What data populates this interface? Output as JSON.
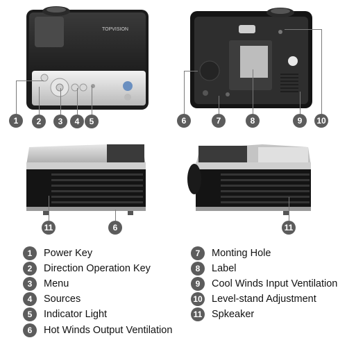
{
  "brand": "TOPVISION",
  "callouts": {
    "c1": "1",
    "c2": "2",
    "c3": "3",
    "c4": "4",
    "c5": "5",
    "c6a": "6",
    "c7": "7",
    "c8": "8",
    "c9": "9",
    "c10": "10",
    "c11a": "11",
    "c6b": "6",
    "c11b": "11"
  },
  "legend": [
    {
      "num": "1",
      "label": "Power Key"
    },
    {
      "num": "2",
      "label": "Direction Operation Key"
    },
    {
      "num": "3",
      "label": "Menu"
    },
    {
      "num": "4",
      "label": "Sources"
    },
    {
      "num": "5",
      "label": "Indicator Light"
    },
    {
      "num": "6",
      "label": "Hot Winds Output Ventilation"
    },
    {
      "num": "7",
      "label": "Monting Hole"
    },
    {
      "num": "8",
      "label": "Label"
    },
    {
      "num": "9",
      "label": "Cool Winds Input Ventilation"
    },
    {
      "num": "10",
      "label": "Level-stand Adjustment"
    },
    {
      "num": "11",
      "label": "Spkeaker"
    }
  ]
}
